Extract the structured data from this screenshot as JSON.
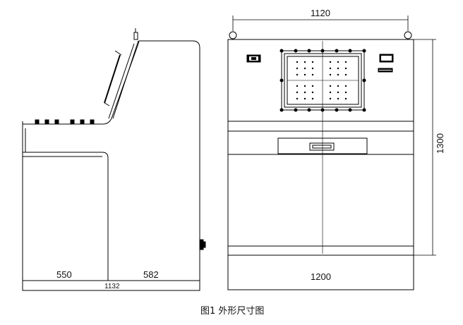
{
  "side_view": {
    "dim_left": "550",
    "dim_right": "582",
    "dim_total": "1132"
  },
  "front_view": {
    "dim_top": "1120",
    "dim_height": "1300",
    "dim_bottom": "1200"
  },
  "caption": "图1 外形尺寸图"
}
